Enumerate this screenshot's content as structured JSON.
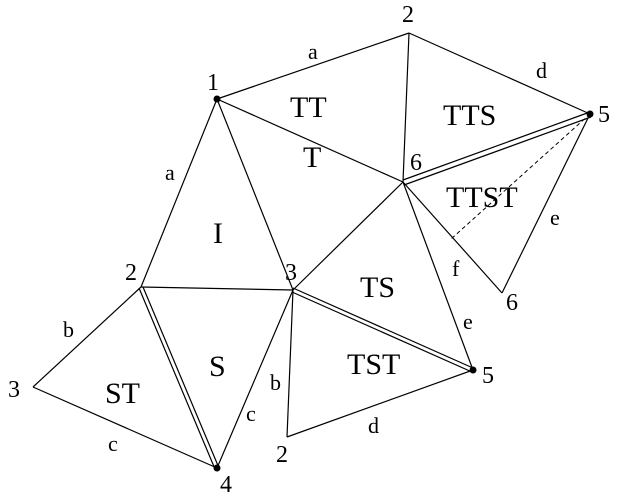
{
  "vertex_labels": [
    "2",
    "1",
    "5",
    "6",
    "2",
    "3",
    "3",
    "6",
    "5",
    "2",
    "4"
  ],
  "edge_labels": [
    "a",
    "d",
    "a",
    "e",
    "f",
    "b",
    "e",
    "b",
    "c",
    "c",
    "d"
  ],
  "face_labels": [
    "TT",
    "TTS",
    "T",
    "TTST",
    "I",
    "TS",
    "S",
    "ST",
    "TST"
  ]
}
